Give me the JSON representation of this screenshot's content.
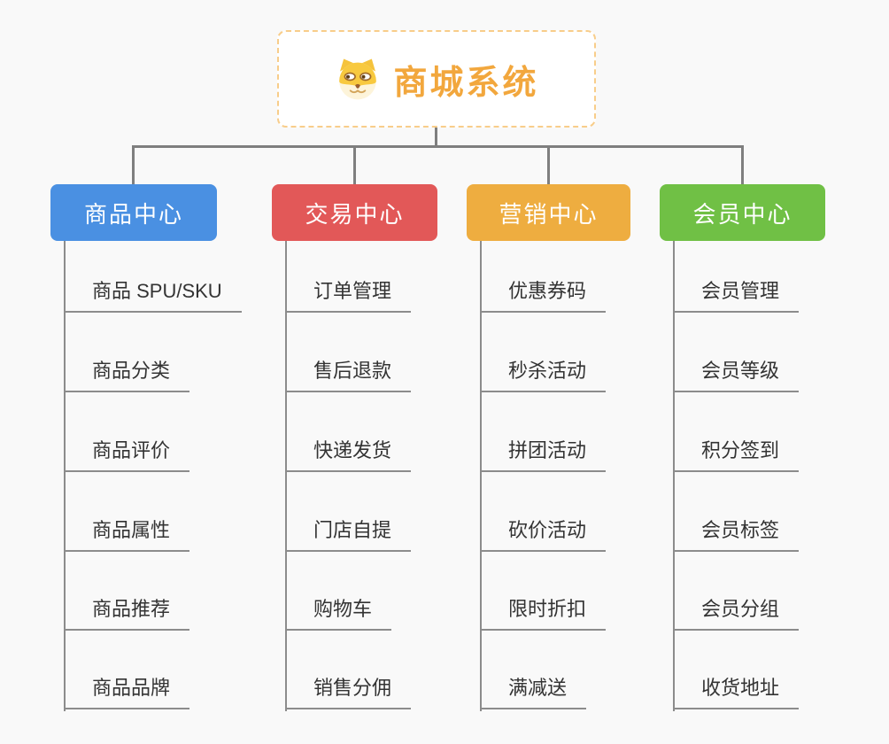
{
  "root": {
    "title": "商城系统",
    "icon": "doge-icon"
  },
  "branches": [
    {
      "label": "商品中心",
      "color": "#4a90e2",
      "children": [
        "商品 SPU/SKU",
        "商品分类",
        "商品评价",
        "商品属性",
        "商品推荐",
        "商品品牌"
      ]
    },
    {
      "label": "交易中心",
      "color": "#e25858",
      "children": [
        "订单管理",
        "售后退款",
        "快递发货",
        "门店自提",
        "购物车",
        "销售分佣"
      ]
    },
    {
      "label": "营销中心",
      "color": "#eead40",
      "children": [
        "优惠券码",
        "秒杀活动",
        "拼团活动",
        "砍价活动",
        "限时折扣",
        "满减送"
      ]
    },
    {
      "label": "会员中心",
      "color": "#70c045",
      "children": [
        "会员管理",
        "会员等级",
        "积分签到",
        "会员标签",
        "会员分组",
        "收货地址"
      ]
    }
  ],
  "colors": {
    "background": "#f9f9f9",
    "connector": "#7f7f7f",
    "leaf_underline": "#8c8c8c",
    "leaf_text": "#333333",
    "root_title": "#f2a73d",
    "root_border": "#f8cd8a"
  }
}
